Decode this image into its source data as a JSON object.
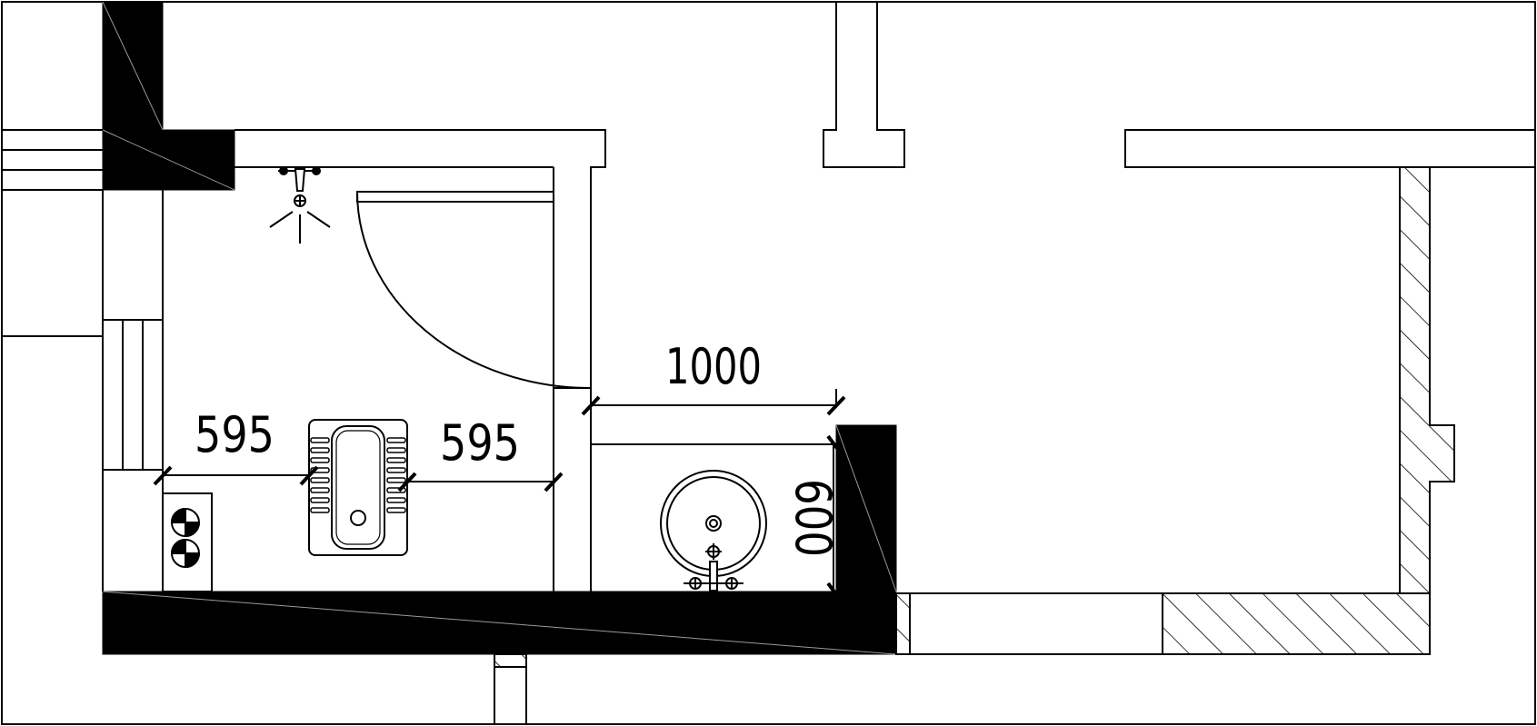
{
  "dimensions": {
    "squat_toilet_left_gap": "595",
    "squat_toilet_right_gap": "595",
    "sink_area_width": "1000",
    "sink_area_depth": "600"
  },
  "colors": {
    "line": "#000000",
    "background": "#ffffff",
    "solid_wall": "#000000"
  }
}
